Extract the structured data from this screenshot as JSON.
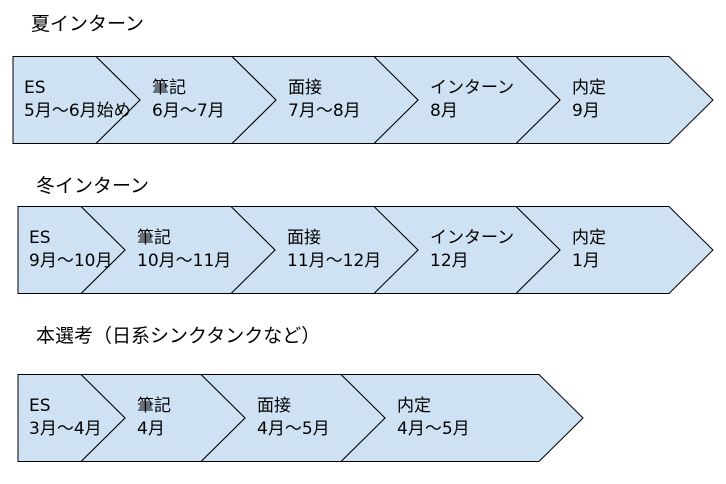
{
  "colors": {
    "fill": "#cfe2f3",
    "stroke": "#000000",
    "text": "#000000"
  },
  "flows": [
    {
      "title": "夏インターン",
      "stages": [
        {
          "name": "ES",
          "period": "5月〜6月始め"
        },
        {
          "name": "筆記",
          "period": "6月〜7月"
        },
        {
          "name": "面接",
          "period": "7月〜8月"
        },
        {
          "name": "インターン",
          "period": "8月"
        },
        {
          "name": "内定",
          "period": "9月"
        }
      ]
    },
    {
      "title": "冬インターン",
      "stages": [
        {
          "name": "ES",
          "period": "9月〜10月"
        },
        {
          "name": "筆記",
          "period": "10月〜11月"
        },
        {
          "name": "面接",
          "period": "11月〜12月"
        },
        {
          "name": "インターン",
          "period": "12月"
        },
        {
          "name": "内定",
          "period": "1月"
        }
      ]
    },
    {
      "title": "本選考（日系シンクタンクなど）",
      "stages": [
        {
          "name": "ES",
          "period": "3月〜4月"
        },
        {
          "name": "筆記",
          "period": "4月"
        },
        {
          "name": "面接",
          "period": "4月〜5月"
        },
        {
          "name": "内定",
          "period": "4月〜5月"
        }
      ]
    }
  ]
}
